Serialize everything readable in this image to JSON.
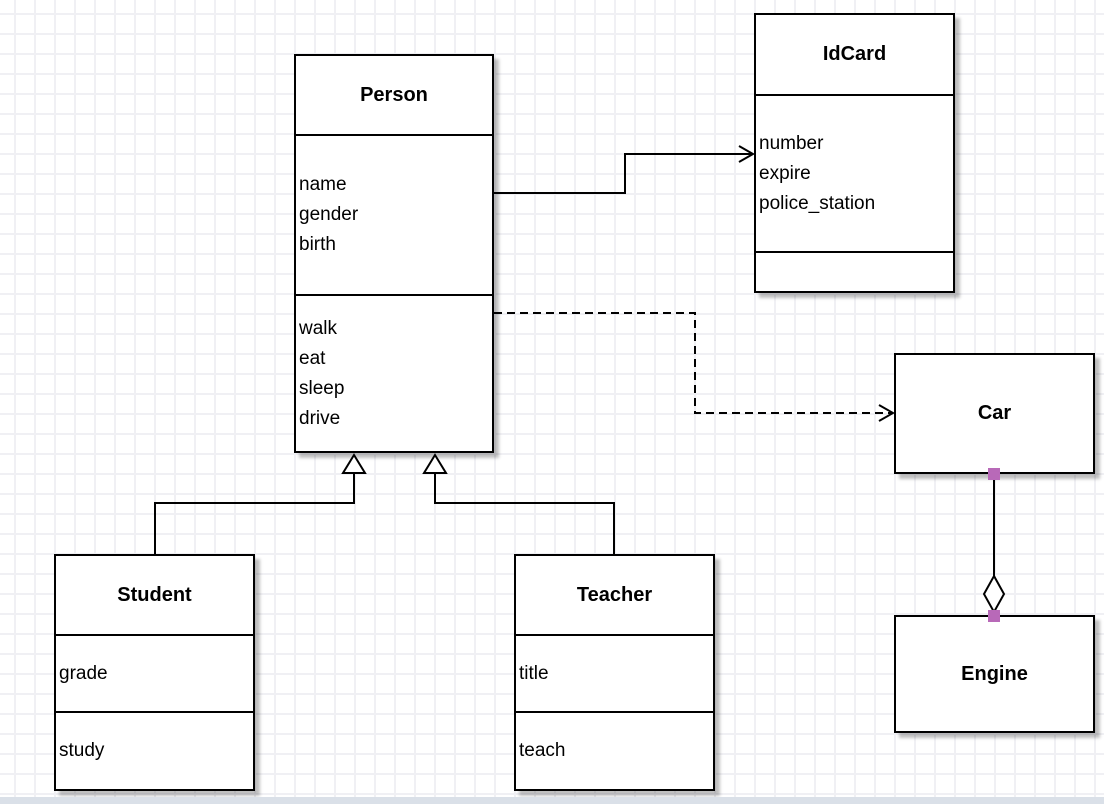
{
  "diagram": {
    "type": "uml-class-diagram",
    "grid": "on"
  },
  "colors": {
    "box_fill": "#ffffff",
    "box_border": "#000000",
    "grid_line": "#f0f0f4",
    "shadow": "rgba(0,0,0,0.25)",
    "endpoint_marker": "#b869b8",
    "scrollbar_track": "#dae0e8"
  },
  "classes": [
    {
      "title": "Person",
      "attributes": [
        "name",
        "gender",
        "birth"
      ],
      "methods": [
        "walk",
        "eat",
        "sleep",
        "drive"
      ]
    },
    {
      "title": "IdCard",
      "attributes": [
        "number",
        "expire",
        "police_station"
      ],
      "methods": []
    },
    {
      "title": "Car",
      "attributes": [],
      "methods": []
    },
    {
      "title": "Engine",
      "attributes": [],
      "methods": []
    },
    {
      "title": "Student",
      "attributes": [
        "grade"
      ],
      "methods": [
        "study"
      ]
    },
    {
      "title": "Teacher",
      "attributes": [
        "title"
      ],
      "methods": [
        "teach"
      ]
    }
  ],
  "relationships": [
    {
      "from": "Person",
      "to": "IdCard",
      "type": "association",
      "line": "solid",
      "end": "open-arrow"
    },
    {
      "from": "Person",
      "to": "Car",
      "type": "dependency",
      "line": "dashed",
      "end": "open-arrow"
    },
    {
      "from": "Student",
      "to": "Person",
      "type": "inheritance",
      "line": "solid",
      "end": "hollow-triangle"
    },
    {
      "from": "Teacher",
      "to": "Person",
      "type": "inheritance",
      "line": "solid",
      "end": "hollow-triangle"
    },
    {
      "from": "Car",
      "to": "Engine",
      "type": "aggregation",
      "line": "solid",
      "end": "hollow-diamond"
    }
  ]
}
